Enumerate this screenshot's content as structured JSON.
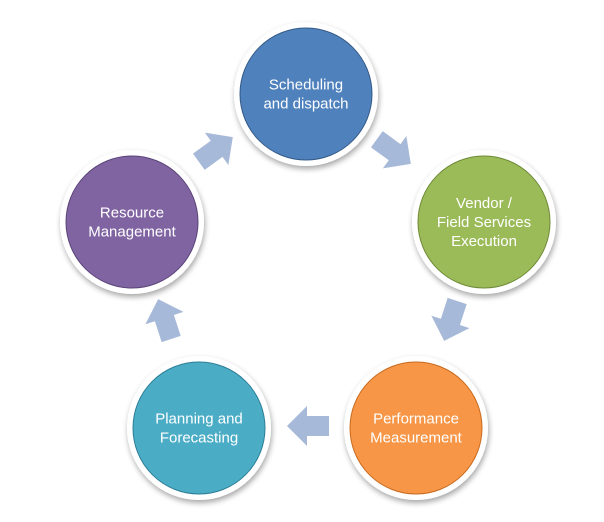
{
  "diagram": {
    "nodes": [
      {
        "id": "scheduling",
        "lines": [
          "Scheduling",
          "and dispatch"
        ],
        "color": "#4f81bd",
        "shadow": "#345a87",
        "icon": "circle"
      },
      {
        "id": "vendor",
        "lines": [
          "Vendor /",
          "Field Services",
          "Execution"
        ],
        "color": "#9bbb59",
        "shadow": "#6e8a37",
        "icon": "circle"
      },
      {
        "id": "performance",
        "lines": [
          "Performance",
          "Measurement"
        ],
        "color": "#f79646",
        "shadow": "#c86a1f",
        "icon": "circle"
      },
      {
        "id": "planning",
        "lines": [
          "Planning and",
          "Forecasting"
        ],
        "color": "#4bacc6",
        "shadow": "#2c7e96",
        "icon": "circle"
      },
      {
        "id": "resource",
        "lines": [
          "Resource",
          "Management"
        ],
        "color": "#8064a2",
        "shadow": "#5a4478",
        "icon": "circle"
      }
    ],
    "arrow_color": "#a7b9d8",
    "arrow_icon": "arrow-right-icon"
  }
}
